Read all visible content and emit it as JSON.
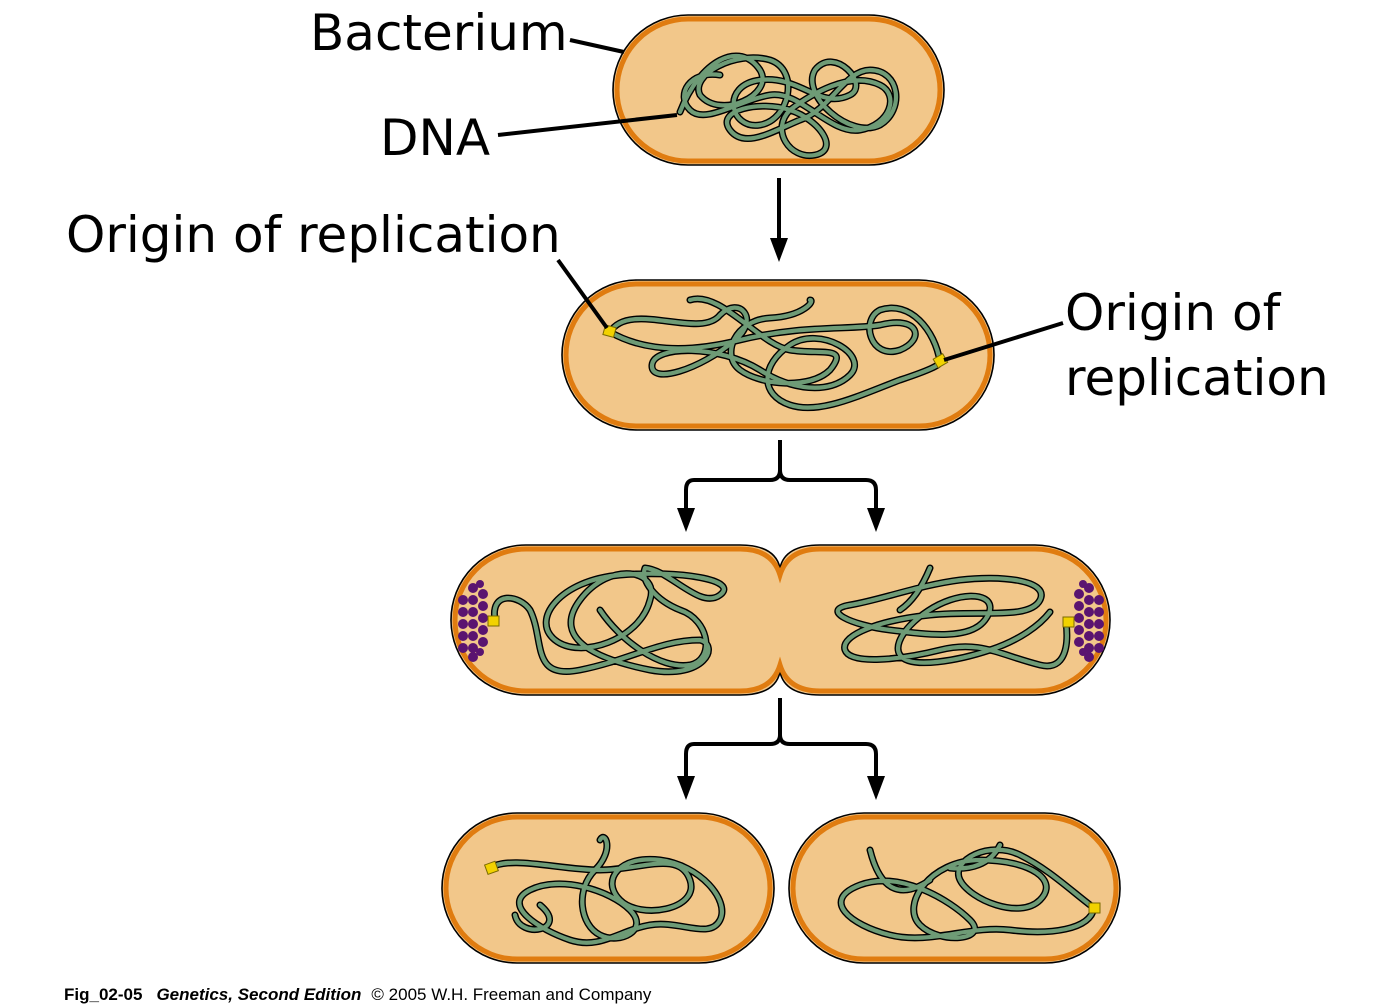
{
  "labels": {
    "bacterium": "Bacterium",
    "dna": "DNA",
    "origin_top": "Origin of replication",
    "origin_right_line1": "Origin of",
    "origin_right_line2": "replication"
  },
  "caption": {
    "figure_id": "Fig_02-05",
    "book_title": "Genetics, Second Edition",
    "copyright": "© 2005 W.H. Freeman and Company"
  },
  "colors": {
    "cell_fill": "#f2c78a",
    "cell_border": "#e07c10",
    "dna": "#6e9b76",
    "origin_marker": "#f2d200",
    "protein_cluster": "#5a1470",
    "arrow": "#000000"
  },
  "stages": [
    {
      "name": "bacterium-cell"
    },
    {
      "name": "replicating-cell"
    },
    {
      "name": "dividing-cell"
    },
    {
      "name": "daughter-cells"
    }
  ]
}
